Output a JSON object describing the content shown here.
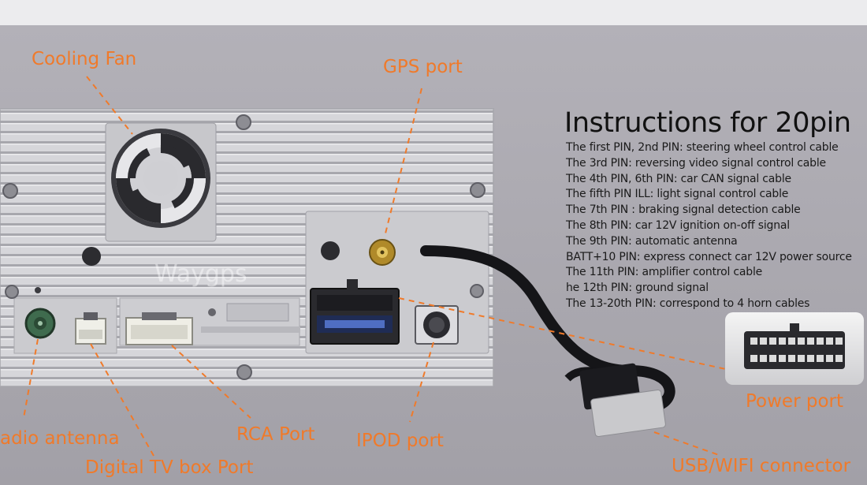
{
  "labels": {
    "cooling_fan": "Cooling Fan",
    "gps_port": "GPS port",
    "radio_antenna": "adio antenna",
    "digital_tv_box_port": "Digital TV box Port",
    "rca_port": "RCA Port",
    "ipod_port": "IPOD port",
    "power_port": "Power port",
    "usb_wifi_connector": "USB/WIFI connector"
  },
  "watermark": "Waygps",
  "instructions": {
    "title": "Instructions for 20pin",
    "items": [
      "The first PIN, 2nd PIN: steering wheel control cable",
      "The 3rd PIN: reversing video signal control cable",
      "The 4th PIN, 6th PIN: car CAN signal cable",
      "The fifth PIN ILL: light signal control cable",
      "The 7th PIN : braking signal detection cable",
      "The 8th PIN: car 12V ignition on-off signal",
      "The 9th PIN: automatic antenna",
      "BATT+10 PIN: express connect car 12V power source",
      "The 11th PIN: amplifier control cable",
      "he 12th PIN: ground signal",
      "The 13-20th PIN: correspond to 4 horn cables"
    ]
  },
  "colors": {
    "label": "#f07a2a",
    "background": "#a8a6ad",
    "chassis": "#d2d2d6",
    "text": "#1a1a1a"
  }
}
